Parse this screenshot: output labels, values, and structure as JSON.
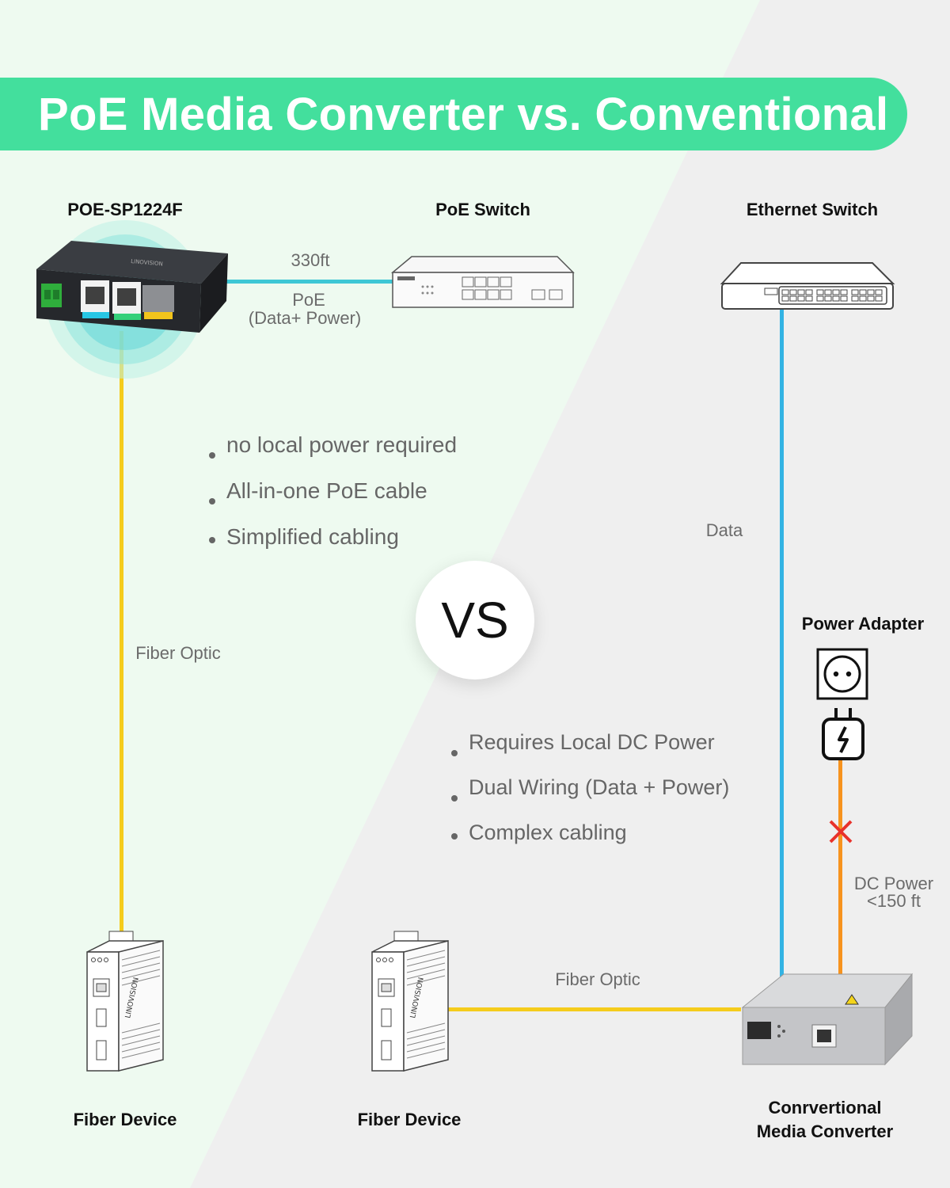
{
  "title": "PoE Media Converter vs. Conventional",
  "colors": {
    "banner": "#43df9d",
    "poe_link": "#3ec7d5",
    "fiber": "#f5cc1c",
    "data": "#33b3e3",
    "dc_power": "#f7931e",
    "cross": "#e8322b"
  },
  "devices": {
    "poe_converter": {
      "label": "POE-SP1224F"
    },
    "poe_switch": {
      "label": "PoE Switch"
    },
    "ethernet_switch": {
      "label": "Ethernet Switch"
    },
    "power_adapter": {
      "label": "Power Adapter"
    },
    "fiber_device_left": {
      "label": "Fiber Device"
    },
    "fiber_device_middle": {
      "label": "Fiber Device"
    },
    "conventional_converter": {
      "label_line1": "Conrvertional",
      "label_line2": "Media Converter"
    }
  },
  "links": {
    "poe_distance": "330ft",
    "poe_type_line1": "PoE",
    "poe_type_line2": "(Data+ Power)",
    "fiber_left": "Fiber Optic",
    "data": "Data",
    "fiber_bottom": "Fiber Optic",
    "dc_power_line1": "DC Power",
    "dc_power_line2": "<150 ft"
  },
  "poe_benefits": [
    "no local power required",
    "All-in-one PoE cable",
    "Simplified cabling"
  ],
  "conventional_drawbacks": [
    "Requires Local DC Power",
    "Dual Wiring (Data + Power)",
    "Complex cabling"
  ],
  "vs": "VS",
  "brand_text": "LINOVISION"
}
